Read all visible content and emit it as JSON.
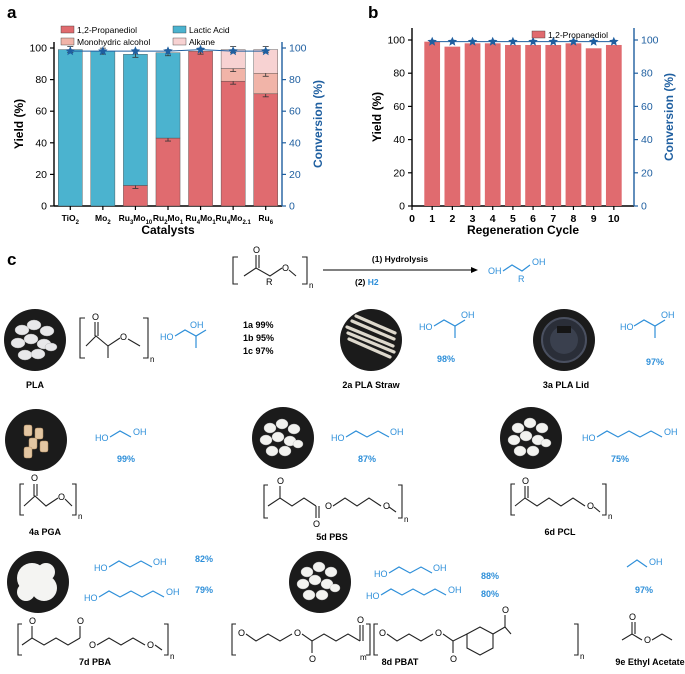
{
  "colors": {
    "propanediol": "#e06b6f",
    "lactic": "#4bb3cf",
    "mono": "#f1b4a8",
    "alkane": "#f7d2d2",
    "conversion": "#1f5fa0",
    "product": "#2e8fd9"
  },
  "chart_data": [
    {
      "panel": "a",
      "type": "bar",
      "categories": [
        "TiO2",
        "Mo2",
        "Ru3Mo10",
        "Ru2Mo1",
        "Ru4Mo1",
        "Ru4Mo2.1",
        "Ru6"
      ],
      "category_labels": [
        {
          "base": "TiO",
          "sub": "2"
        },
        {
          "base": "Mo",
          "sub": "2"
        },
        {
          "base": "Ru",
          "sub": "3",
          "mid": "Mo",
          "sub2": "10"
        },
        {
          "base": "Ru",
          "sub": "2",
          "mid": "Mo",
          "sub2": "1"
        },
        {
          "base": "Ru",
          "sub": "4",
          "mid": "Mo",
          "sub2": "1"
        },
        {
          "base": "Ru",
          "sub": "4",
          "mid": "Mo",
          "sub2": "2.1"
        },
        {
          "base": "Ru",
          "sub": "6"
        }
      ],
      "series": [
        {
          "name": "1,2-Propanediol",
          "values": [
            0,
            0,
            13,
            43,
            98,
            79,
            71
          ]
        },
        {
          "name": "Lactic Acid",
          "values": [
            99,
            98,
            83,
            54,
            0,
            0,
            0
          ]
        },
        {
          "name": "Monohydric alcohol",
          "values": [
            0,
            0,
            0,
            0,
            0,
            8,
            13
          ]
        },
        {
          "name": "Alkane",
          "values": [
            0,
            0,
            0,
            0,
            0,
            12,
            15
          ]
        },
        {
          "name": "Conversion",
          "axis": "right",
          "values": [
            98,
            98,
            98,
            98,
            99,
            98,
            98
          ]
        }
      ],
      "xlabel": "Catalysts",
      "ylabel": "Yield (%)",
      "y2label": "Conversion (%)",
      "ylim": [
        0,
        100
      ],
      "yticks": [
        0,
        20,
        40,
        60,
        80,
        100
      ],
      "y2ticks": [
        0,
        20,
        40,
        60,
        80,
        100
      ],
      "legend": "top"
    },
    {
      "panel": "b",
      "type": "bar",
      "categories": [
        "1",
        "2",
        "3",
        "4",
        "5",
        "6",
        "7",
        "8",
        "9",
        "10"
      ],
      "series": [
        {
          "name": "1,2-Propanediol",
          "values": [
            99,
            96,
            98,
            98,
            97,
            97,
            97,
            98,
            95,
            97
          ]
        },
        {
          "name": "Conversion",
          "axis": "right",
          "values": [
            99,
            99,
            99,
            99,
            99,
            99,
            99,
            99,
            99,
            99
          ]
        }
      ],
      "xticks": [
        "0",
        "1",
        "2",
        "3",
        "4",
        "5",
        "6",
        "7",
        "8",
        "9",
        "10"
      ],
      "xlabel": "Regeneration Cycle",
      "ylabel": "Yield (%)",
      "y2label": "Conversion (%)",
      "ylim": [
        0,
        105
      ],
      "yticks": [
        0,
        20,
        40,
        60,
        80,
        100
      ],
      "y2ticks": [
        0,
        20,
        40,
        60,
        80,
        100
      ],
      "legend": "top-right"
    }
  ],
  "panel_c": {
    "letter": "c",
    "reaction": {
      "step1": "(1) Hydrolysis",
      "step2_prefix": "(2) ",
      "step2_h2": "H2",
      "n": "n",
      "r": "R",
      "oh": "OH",
      "ho": "HO"
    },
    "items": [
      {
        "label": "PLA",
        "yields": [
          "1a 99%",
          "1b 95%",
          "1c 97%"
        ]
      },
      {
        "label": "2a PLA Straw",
        "yield": "98%"
      },
      {
        "label": "3a PLA Lid",
        "yield": "97%"
      },
      {
        "label": "4a PGA",
        "yield": "99%"
      },
      {
        "label": "5d PBS",
        "yield": "87%"
      },
      {
        "label": "6d PCL",
        "yield": "75%"
      },
      {
        "label": "7d PBA",
        "yields": [
          "82%",
          "79%"
        ]
      },
      {
        "label": "8d PBAT",
        "yields": [
          "88%",
          "80%"
        ]
      },
      {
        "label": "9e Ethyl Acetate",
        "yield": "97%"
      }
    ]
  },
  "letters": {
    "a": "a",
    "b": "b"
  }
}
